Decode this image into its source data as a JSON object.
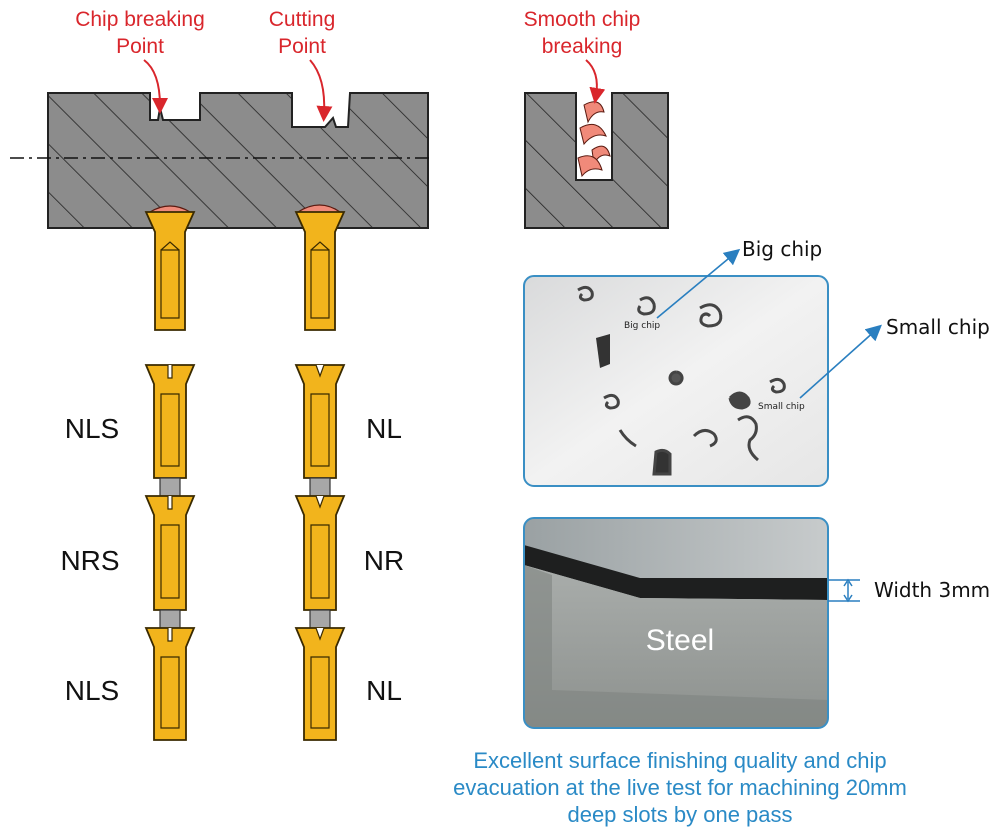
{
  "labels": {
    "chip_breaking_point": [
      "Chip breaking",
      "Point"
    ],
    "cutting_point": [
      "Cutting",
      "Point"
    ],
    "smooth_chip_breaking": [
      "Smooth chip",
      "breaking"
    ]
  },
  "inserts": {
    "left_column": [
      "NLS",
      "NRS",
      "NLS"
    ],
    "right_column": [
      "NL",
      "NR",
      "NL"
    ]
  },
  "chip_photo": {
    "big_chip_callout": "Big chip",
    "small_chip_callout": "Small chip",
    "big_chip_inset": "Big chip",
    "small_chip_inset": "Small chip"
  },
  "steel_photo": {
    "material": "Steel",
    "width_callout": "Width 3mm"
  },
  "caption": [
    "Excellent surface finishing quality and chip",
    "evacuation at the live test for machining 20mm",
    "deep slots by one pass"
  ],
  "colors": {
    "label_red": "#d9262c",
    "caption_blue": "#2a8ac6",
    "insert_gold": "#f2b41c",
    "workpiece_gray": "#8c8c8c",
    "chip_pink": "#f08a7a",
    "frame_blue": "#3a8fc4"
  }
}
